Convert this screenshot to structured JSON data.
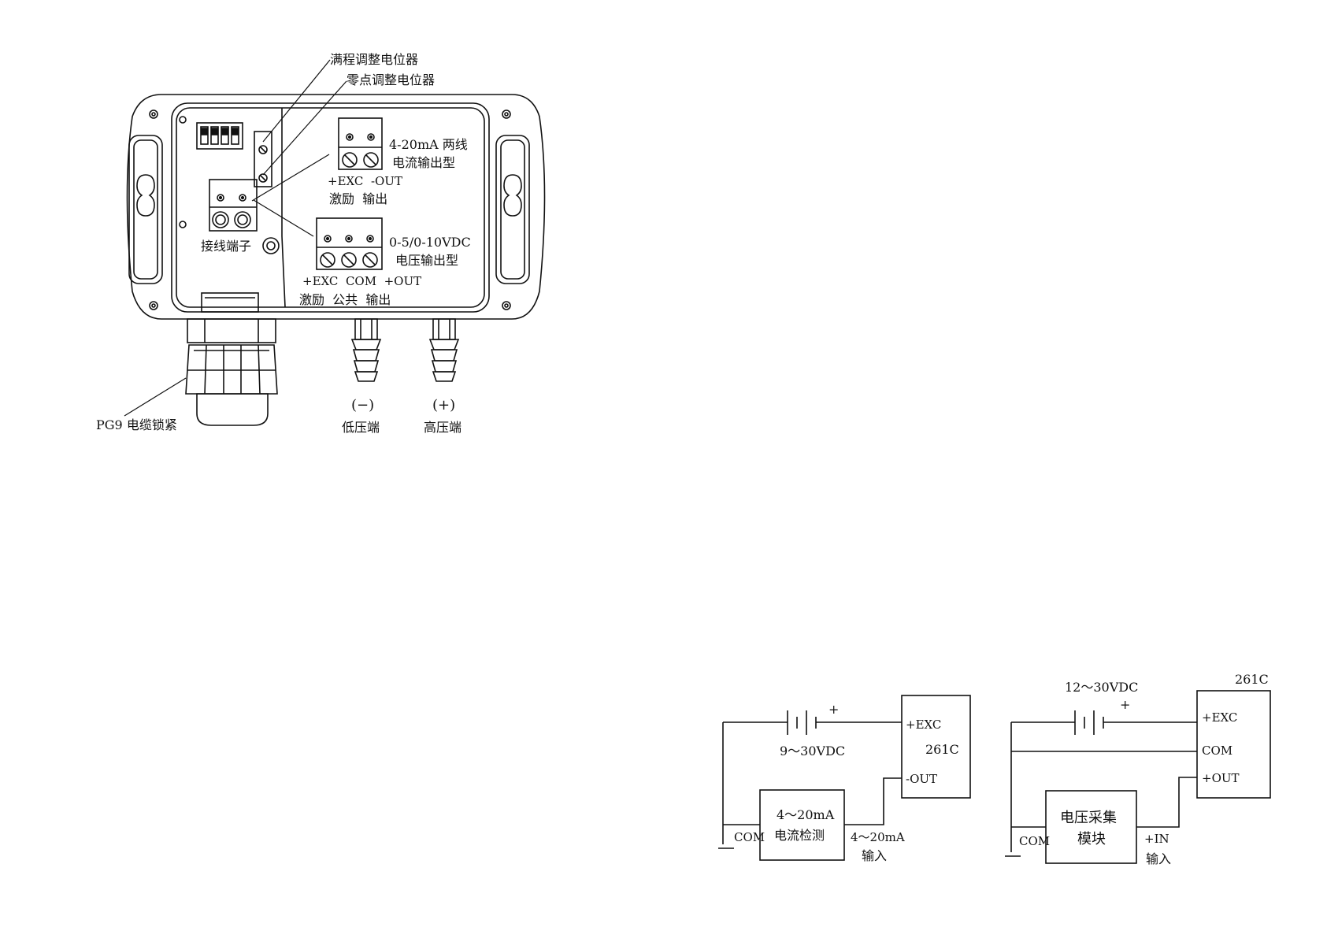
{
  "device": {
    "pot_span_label": "满程调整电位器",
    "pot_zero_label": "零点调整电位器",
    "current_output_line1": "4-20mA 两线",
    "current_output_line2": "电流输出型",
    "current_terminal_signals": "+EXC  -OUT",
    "current_terminal_names": "激励  输出",
    "terminal_block_label": "接线端子",
    "voltage_output_line1": "0-5/0-10VDC",
    "voltage_output_line2": "电压输出型",
    "voltage_terminal_signals": "+EXC  COM  +OUT",
    "voltage_terminal_names": "激励  公共  输出",
    "cable_gland_label": "PG9 电缆锁紧",
    "port_low_symbol": "(−)",
    "port_low_label": "低压端",
    "port_high_symbol": "(+)",
    "port_high_label": "高压端"
  },
  "circuit_current": {
    "supply_voltage": "9～30VDC",
    "plus_sign": "+",
    "device_name": "261C",
    "pin_exc": "+EXC",
    "pin_out": "-OUT",
    "detector_line1": "4～20mA",
    "detector_line2": "电流检测",
    "com_label": "COM",
    "input_line1": "4～20mA",
    "input_line2": "输入"
  },
  "circuit_voltage": {
    "supply_voltage": "12～30VDC",
    "plus_sign": "+",
    "device_name": "261C",
    "pin_exc": "+EXC",
    "pin_com": "COM",
    "pin_out": "+OUT",
    "module_line1": "电压采集",
    "module_line2": "模块",
    "com_label": "COM",
    "input_line1": "+IN",
    "input_line2": "输入"
  }
}
